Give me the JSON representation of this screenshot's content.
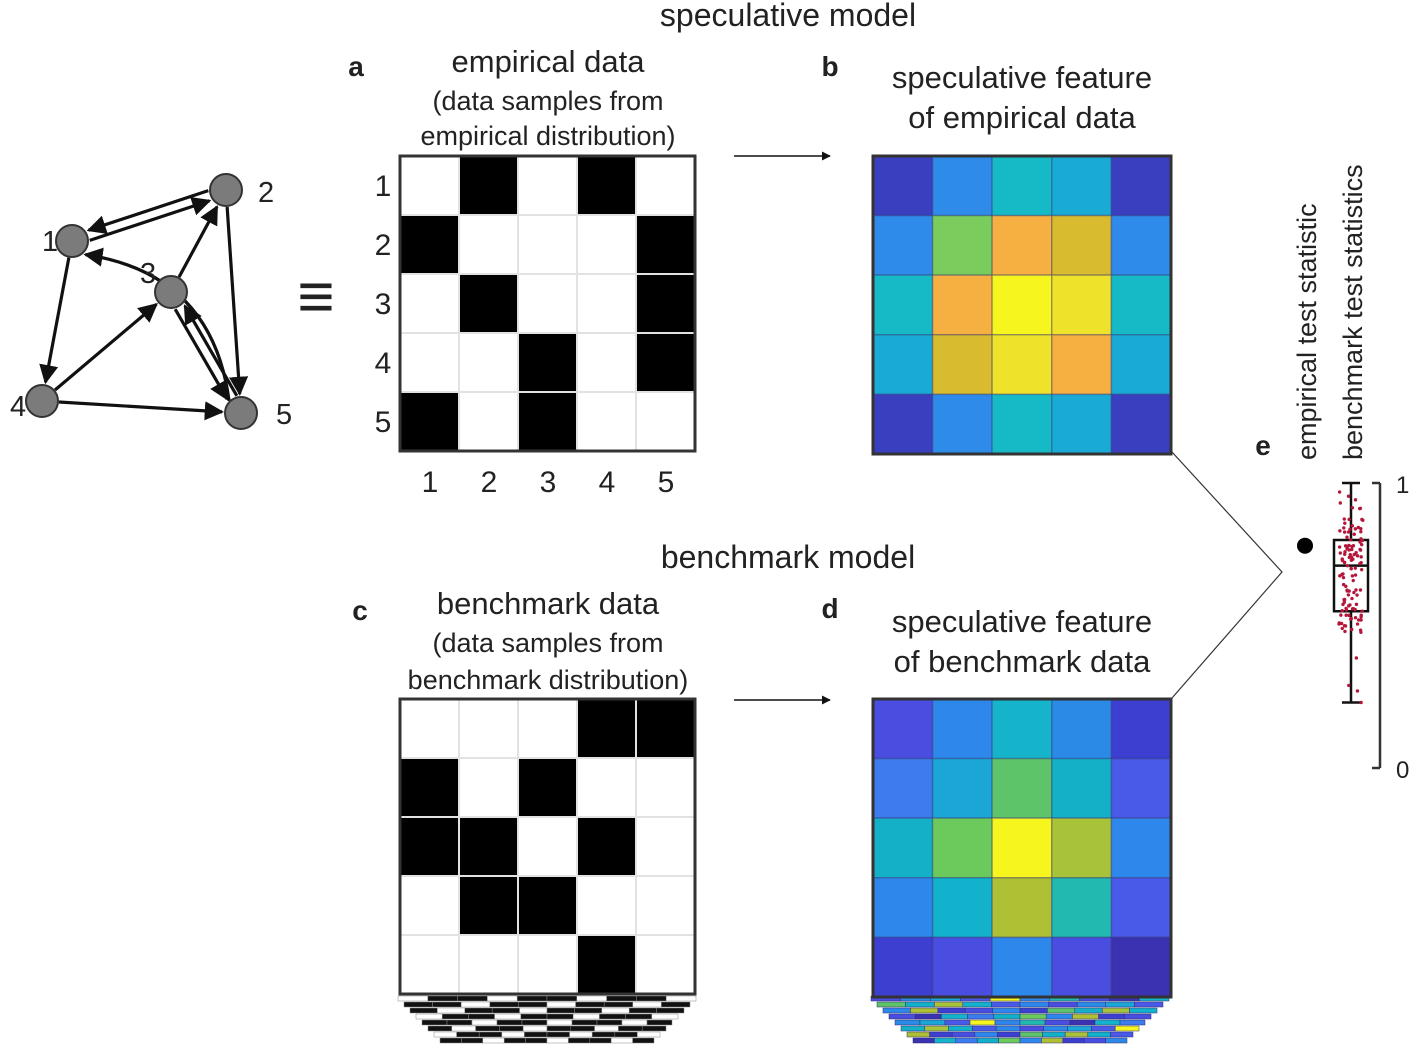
{
  "headings": {
    "speculative_model": "speculative model",
    "benchmark_model": "benchmark model"
  },
  "panels": {
    "a": {
      "letter": "a",
      "title": "empirical data",
      "subtitle_line1": "(data samples from",
      "subtitle_line2": "empirical distribution)",
      "row_labels": [
        "1",
        "2",
        "3",
        "4",
        "5"
      ],
      "col_labels": [
        "1",
        "2",
        "3",
        "4",
        "5"
      ],
      "matrix": [
        [
          0,
          1,
          0,
          1,
          0
        ],
        [
          1,
          0,
          0,
          0,
          1
        ],
        [
          0,
          1,
          0,
          0,
          1
        ],
        [
          0,
          0,
          1,
          0,
          1
        ],
        [
          1,
          0,
          1,
          0,
          0
        ]
      ]
    },
    "b": {
      "letter": "b",
      "title_line1": "speculative feature",
      "title_line2": "of empirical data",
      "cell_colors": [
        [
          "#3a3fc0",
          "#2e8bea",
          "#16b9c6",
          "#1aaad6",
          "#3a3fc0"
        ],
        [
          "#2e8bea",
          "#7acd5c",
          "#f5b041",
          "#d8bb2e",
          "#2e8bea"
        ],
        [
          "#16b9c6",
          "#f5b041",
          "#f7f51e",
          "#efe22a",
          "#16b9c6"
        ],
        [
          "#1aaad6",
          "#d8bb2e",
          "#efe22a",
          "#f5b041",
          "#1aaad6"
        ],
        [
          "#3a3fc0",
          "#2e8bea",
          "#16b9c6",
          "#1aaad6",
          "#3a3fc0"
        ]
      ]
    },
    "c": {
      "letter": "c",
      "title": "benchmark data",
      "subtitle_line1": "(data samples from",
      "subtitle_line2": "benchmark distribution)",
      "matrix": [
        [
          0,
          0,
          0,
          1,
          1
        ],
        [
          1,
          0,
          1,
          0,
          0
        ],
        [
          1,
          1,
          0,
          1,
          0
        ],
        [
          0,
          1,
          1,
          0,
          0
        ],
        [
          0,
          0,
          0,
          1,
          0
        ]
      ]
    },
    "d": {
      "letter": "d",
      "title_line1": "speculative feature",
      "title_line2": "of benchmark data",
      "cell_colors": [
        [
          "#4a4ee0",
          "#2e88ec",
          "#16b4cc",
          "#2a8ae6",
          "#3c3fd0"
        ],
        [
          "#3c7cee",
          "#1ca6d8",
          "#5ec46a",
          "#14b0c8",
          "#4a5ae8"
        ],
        [
          "#14b0c8",
          "#6cc95c",
          "#f7f51e",
          "#a8c23a",
          "#2e88ec"
        ],
        [
          "#2e88ec",
          "#12b2cc",
          "#b0c034",
          "#22bab0",
          "#4a5ae8"
        ],
        [
          "#3c3fd0",
          "#4a4ee0",
          "#2e88ec",
          "#4a4ee0",
          "#3a32b0"
        ]
      ]
    },
    "e": {
      "letter": "e",
      "legend_empirical": "empirical test statistic",
      "legend_benchmark": "benchmark test statistics",
      "axis_max_label": "1",
      "axis_min_label": "0",
      "empirical_value": 0.78,
      "box": {
        "whisker_low": 0.23,
        "q1": 0.55,
        "median": 0.71,
        "q3": 0.8,
        "whisker_high": 1.0
      },
      "dot_color": "#b5163a"
    }
  },
  "graph": {
    "equivalence_symbol": "≡",
    "nodes": [
      "1",
      "2",
      "3",
      "4",
      "5"
    ],
    "edges": [
      [
        "1",
        "2"
      ],
      [
        "2",
        "1"
      ],
      [
        "1",
        "4"
      ],
      [
        "4",
        "3"
      ],
      [
        "4",
        "5"
      ],
      [
        "3",
        "2"
      ],
      [
        "2",
        "5"
      ],
      [
        "3",
        "5"
      ],
      [
        "5",
        "3"
      ],
      [
        "5",
        "1"
      ]
    ]
  }
}
